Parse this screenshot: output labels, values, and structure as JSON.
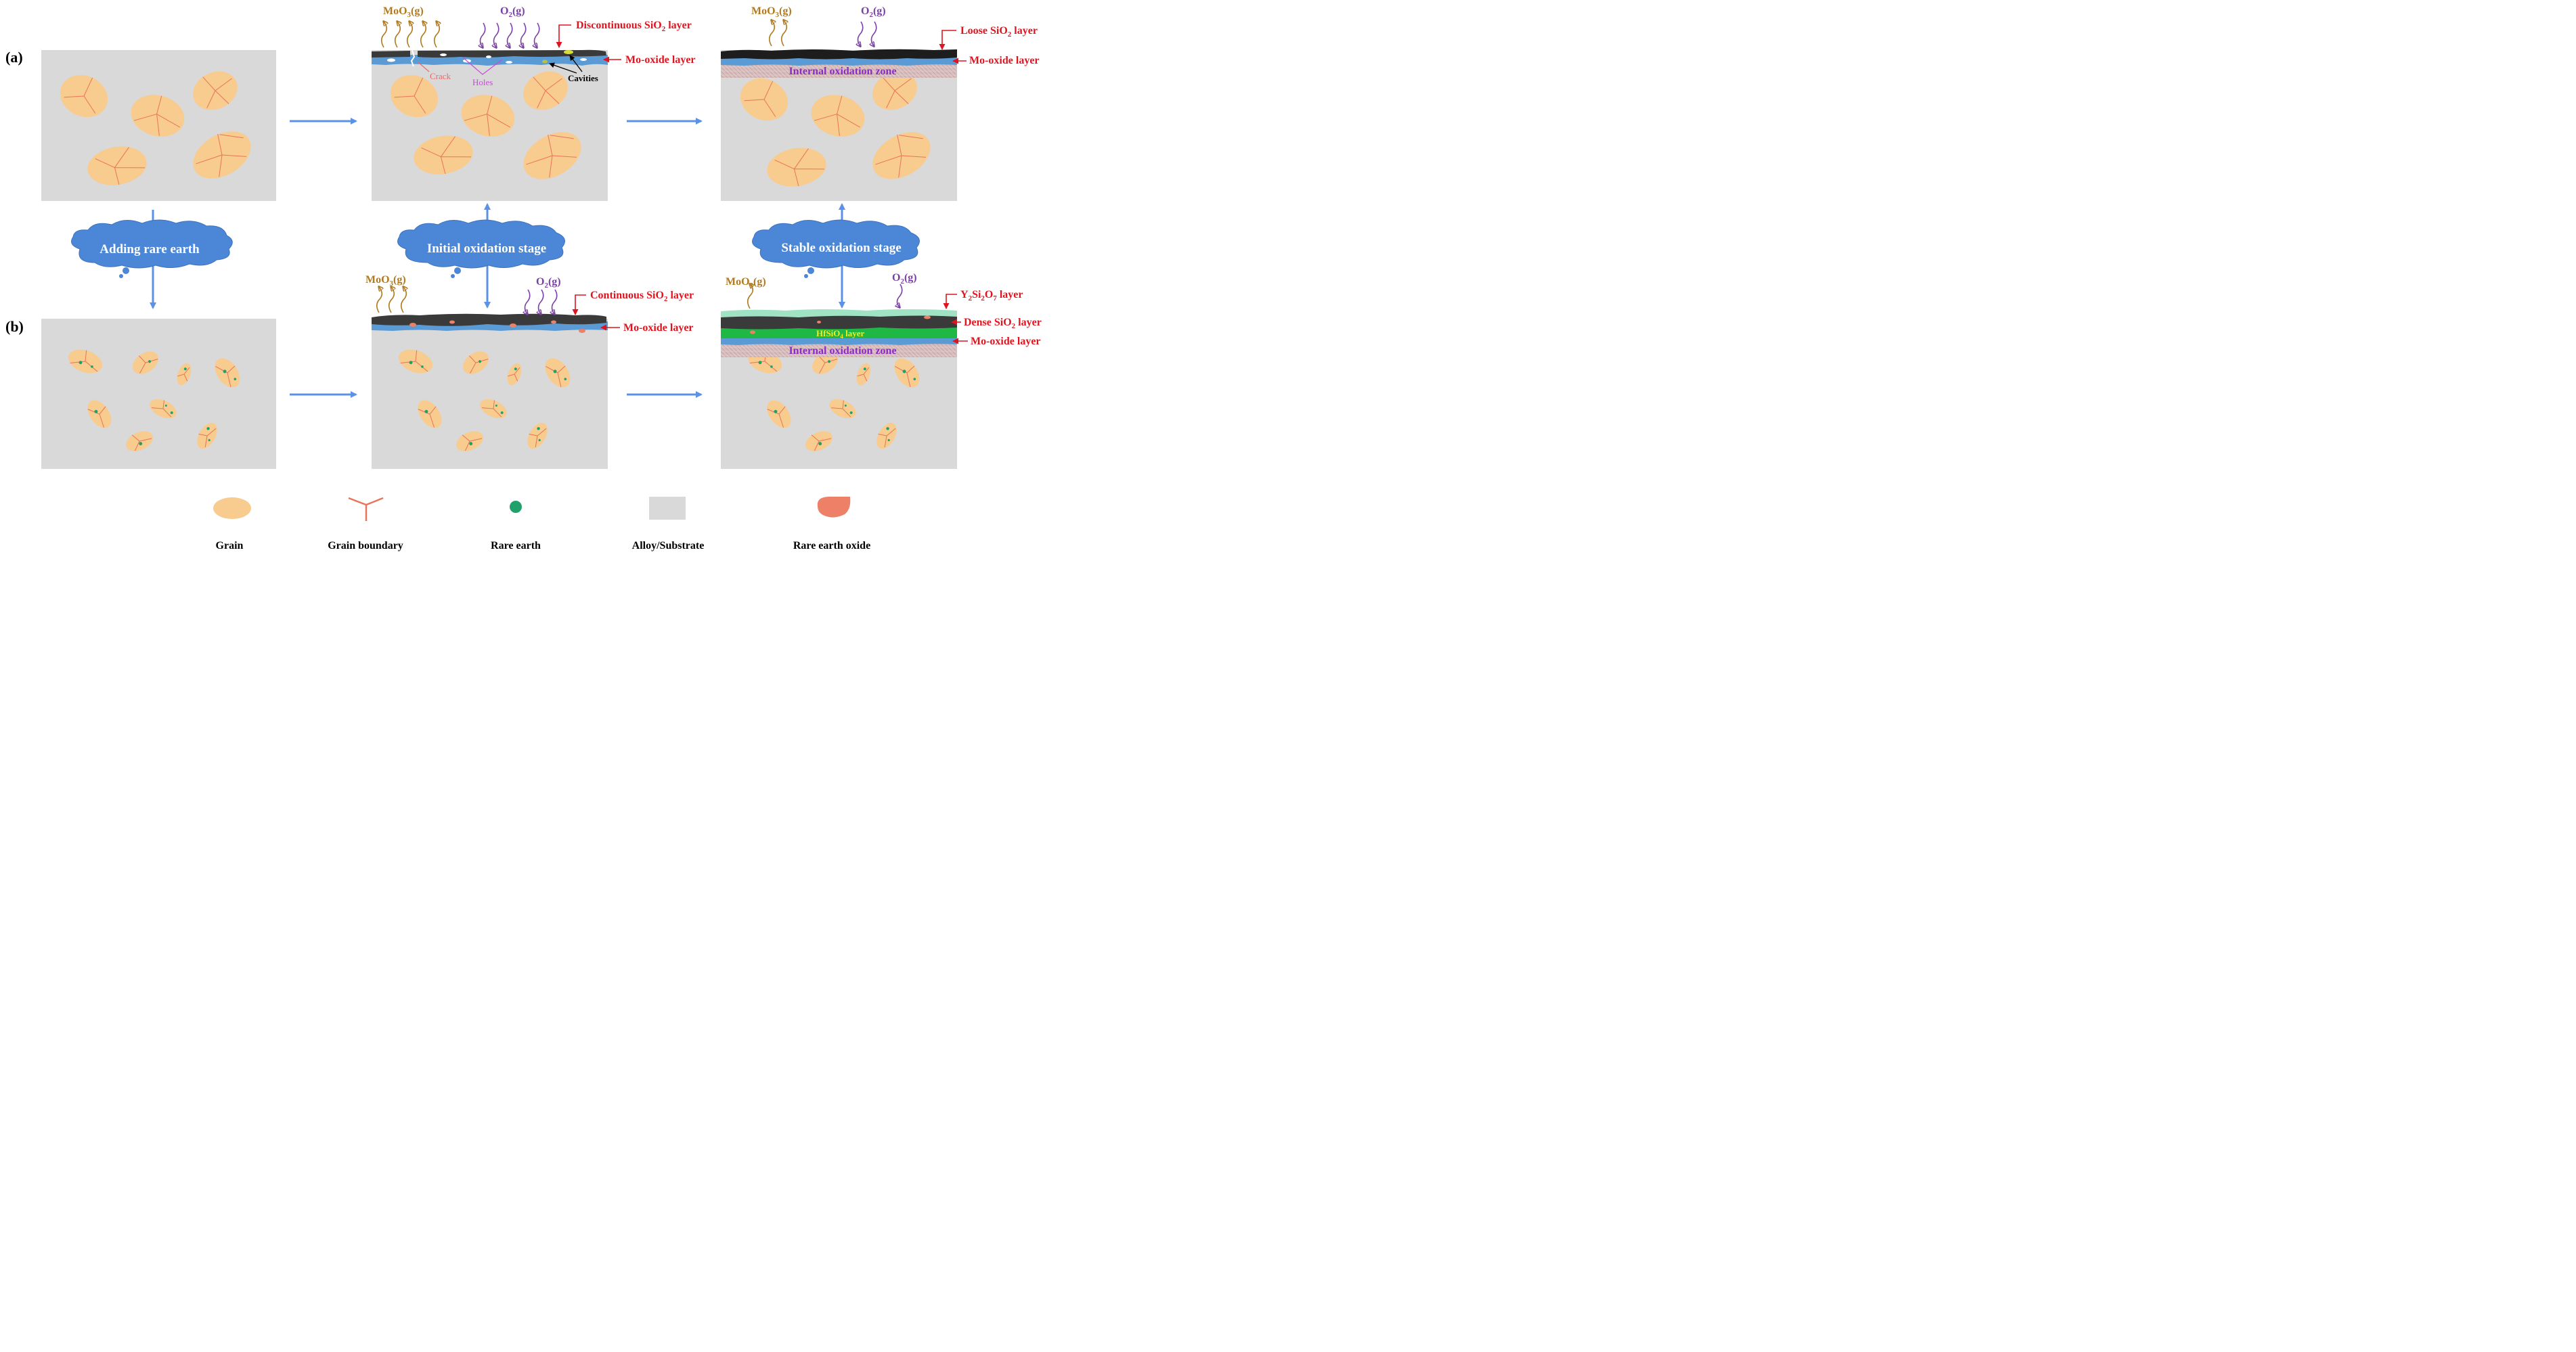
{
  "panels": {
    "a_label": "(a)",
    "b_label": "(b)"
  },
  "clouds": {
    "adding": "Adding rare earth",
    "initial": "Initial oxidation stage",
    "stable": "Stable oxidation stage"
  },
  "gases": {
    "moo3": "MoO",
    "moo3_sub": "3",
    "moo3_tail": "(g)",
    "o2": "O",
    "o2_sub": "2",
    "o2_tail": "(g)"
  },
  "labels_a_initial": {
    "discontinuous": "Discontinuous SiO",
    "discontinuous_sub": "2",
    "discontinuous_tail": " layer",
    "mo_oxide": "Mo-oxide layer",
    "crack": "Crack",
    "holes": "Holes",
    "cavities": "Cavities"
  },
  "labels_a_stable": {
    "loose": "Loose SiO",
    "loose_sub": "2",
    "loose_tail": " layer",
    "mo_oxide": "Mo-oxide layer",
    "internal": "Internal oxidation zone"
  },
  "labels_b_initial": {
    "continuous": "Continuous SiO",
    "continuous_sub": "2",
    "continuous_tail": " layer",
    "mo_oxide": "Mo-oxide layer"
  },
  "labels_b_stable": {
    "y2si2o7_a": "Y",
    "y2si2o7_s1": "2",
    "y2si2o7_b": "Si",
    "y2si2o7_s2": "2",
    "y2si2o7_c": "O",
    "y2si2o7_s3": "7",
    "y2si2o7_tail": " layer",
    "dense": "Dense SiO",
    "dense_sub": "2",
    "dense_tail": " layer",
    "hfsio4": "HfSiO",
    "hfsio4_sub": "4",
    "hfsio4_tail": " layer",
    "mo_oxide": "Mo-oxide layer",
    "internal": "Internal oxidation zone"
  },
  "legend": {
    "grain": "Grain",
    "grain_boundary": "Grain boundary",
    "rare_earth": "Rare earth",
    "substrate": "Alloy/Substrate",
    "rare_earth_oxide": "Rare earth oxide"
  },
  "colors": {
    "substrate": "#d9d9d9",
    "grain": "#f8cb8e",
    "boundary": "#e8745a",
    "rare_earth": "#22a06b",
    "rare_earth_oxide": "#ee8068",
    "arrow": "#5b92e5",
    "cloud": "#4c86d6",
    "mo_oxide": "#5b9bd5",
    "sio2": "#3a3a3a",
    "hfsio4": "#1fb845",
    "y2si2o7": "#9fe3c4",
    "internal_zone": "#d9b9b9",
    "moo3_gas": "#b07a1e",
    "o2_gas": "#7b3fa6",
    "label_red": "#e0141e"
  }
}
